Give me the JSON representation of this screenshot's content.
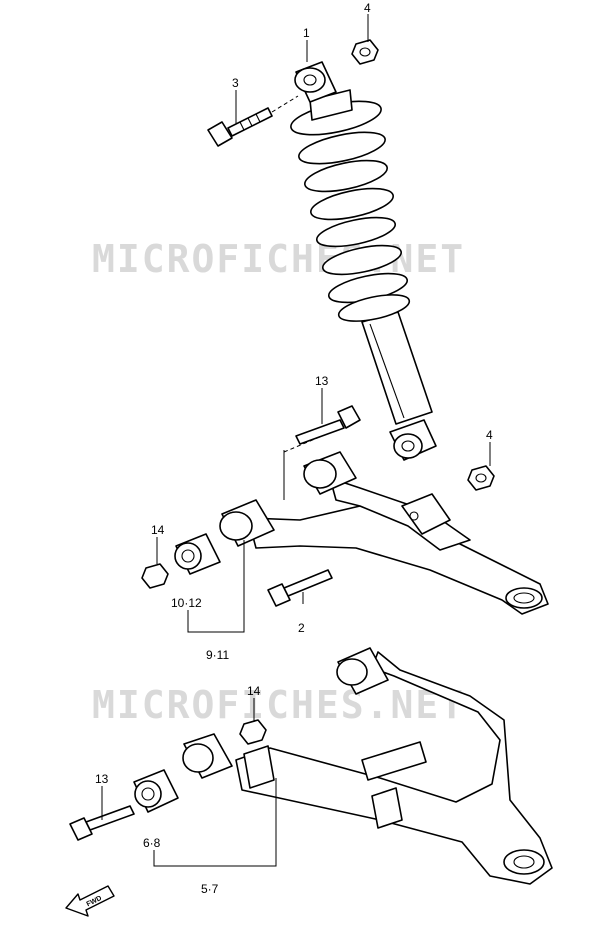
{
  "watermark": "MICROFICHES.NET",
  "fwd_label": "FWD",
  "callouts": {
    "c1": "1",
    "c2": "2",
    "c3": "3",
    "c4_top": "4",
    "c4_mid": "4",
    "c13_mid": "13",
    "c14_mid": "14",
    "c10_12": "10·12",
    "c9_11": "9·11",
    "c14_low": "14",
    "c13_low": "13",
    "c6_8": "6·8",
    "c5_7": "5·7"
  }
}
